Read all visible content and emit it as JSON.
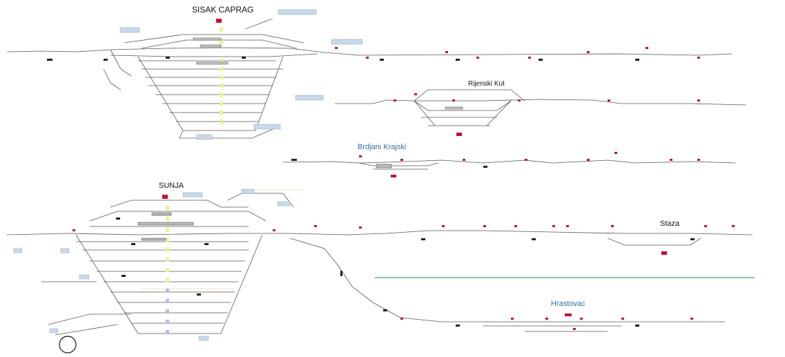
{
  "stations": {
    "sisak_caprag": "SISAK CAPRAG",
    "rijenski_kut": "Rijenski Kut",
    "brdjani_krajski": "Brdjani Krajski",
    "sunja": "SUNJA",
    "staza": "Staza",
    "hrastovac": "Hrastovac"
  },
  "colors": {
    "track": "#555555",
    "signal": "#c8102e",
    "platform": "#f3ef8a",
    "label_box": "#c9d9ea",
    "title_blue": "#2f6fb2",
    "green_line": "#3aa655"
  }
}
